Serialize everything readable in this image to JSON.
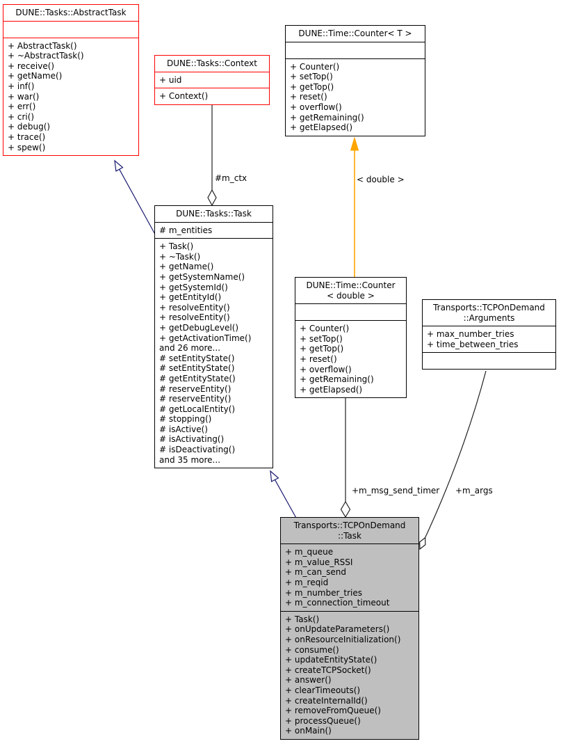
{
  "colors": {
    "external_box_border": "#ff0000",
    "box_border": "#000000",
    "highlight_node_fill": "#bfbfbf",
    "inheritance_edge": "#191970",
    "template_edge": "#ffa500",
    "member_edge": "#202020"
  },
  "classes": [
    {
      "name": "DUNE::Tasks::AbstractTask",
      "title_lines": [
        "DUNE::Tasks::AbstractTask"
      ],
      "attributes": [],
      "methods": [
        "+ AbstractTask()",
        "+ ~AbstractTask()",
        "+ receive()",
        "+ getName()",
        "+ inf()",
        "+ war()",
        "+ err()",
        "+ cri()",
        "+ debug()",
        "+ trace()",
        "+ spew()"
      ]
    },
    {
      "name": "DUNE::Tasks::Context",
      "title_lines": [
        "DUNE::Tasks::Context"
      ],
      "attributes": [
        "+ uid"
      ],
      "methods": [
        "+ Context()"
      ]
    },
    {
      "name": "DUNE::Time::Counter< T >",
      "title_lines": [
        "DUNE::Time::Counter< T >"
      ],
      "attributes": [],
      "methods": [
        "+ Counter()",
        "+ setTop()",
        "+ getTop()",
        "+ reset()",
        "+ overflow()",
        "+ getRemaining()",
        "+ getElapsed()"
      ]
    },
    {
      "name": "DUNE::Tasks::Task",
      "title_lines": [
        "DUNE::Tasks::Task"
      ],
      "attributes": [
        "# m_entities"
      ],
      "methods": [
        "+ Task()",
        "+ ~Task()",
        "+ getName()",
        "+ getSystemName()",
        "+ getSystemId()",
        "+ getEntityId()",
        "+ resolveEntity()",
        "+ resolveEntity()",
        "+ getDebugLevel()",
        "+ getActivationTime()",
        "and 26 more...",
        "# setEntityState()",
        "# setEntityState()",
        "# getEntityState()",
        "# reserveEntity()",
        "# reserveEntity()",
        "# getLocalEntity()",
        "# stopping()",
        "# isActive()",
        "# isActivating()",
        "# isDeactivating()",
        "and 35 more..."
      ]
    },
    {
      "name": "DUNE::Time::Counter< double >",
      "title_lines": [
        "DUNE::Time::Counter",
        "< double >"
      ],
      "attributes": [],
      "methods": [
        "+ Counter()",
        "+ setTop()",
        "+ getTop()",
        "+ reset()",
        "+ overflow()",
        "+ getRemaining()",
        "+ getElapsed()"
      ]
    },
    {
      "name": "Transports::TCPOnDemand::Arguments",
      "title_lines": [
        "Transports::TCPOnDemand",
        "::Arguments"
      ],
      "attributes": [
        "+ max_number_tries",
        "+ time_between_tries"
      ],
      "methods": []
    },
    {
      "name": "Transports::TCPOnDemand::Task",
      "title_lines": [
        "Transports::TCPOnDemand",
        "::Task"
      ],
      "attributes": [
        "+ m_queue",
        "+ m_value_RSSI",
        "+ m_can_send",
        "+ m_reqid",
        "+ m_number_tries",
        "+ m_connection_timeout"
      ],
      "methods": [
        "+ Task()",
        "+ onUpdateParameters()",
        "+ onResourceInitialization()",
        "+ consume()",
        "+ updateEntityState()",
        "+ createTCPSocket()",
        "+ answer()",
        "+ clearTimeouts()",
        "+ createInternalId()",
        "+ removeFromQueue()",
        "+ processQueue()",
        "+ onMain()"
      ]
    }
  ],
  "edges": {
    "m_ctx": {
      "label": "#m_ctx"
    },
    "template_instantiation": {
      "label": "< double >"
    },
    "m_msg_send_timer": {
      "label": "+m_msg_send_timer"
    },
    "m_args": {
      "label": "+m_args"
    }
  }
}
